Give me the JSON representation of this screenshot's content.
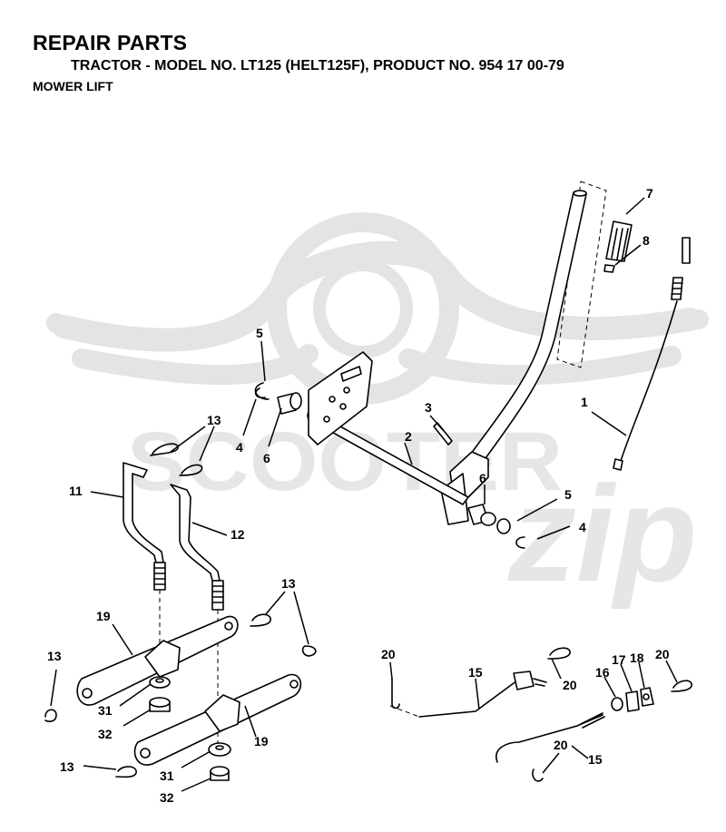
{
  "header": {
    "title": "REPAIR PARTS",
    "subtitle": "TRACTOR - MODEL NO. LT125 (HELT125F), PRODUCT NO. 954 17 00-79",
    "section": "MOWER LIFT"
  },
  "watermark": {
    "brand": "SCOOTER",
    "script": "zip",
    "color": "#e4e4e4"
  },
  "callouts": [
    "1",
    "2",
    "3",
    "4",
    "4",
    "5",
    "5",
    "6",
    "6",
    "7",
    "8",
    "11",
    "12",
    "13",
    "13",
    "13",
    "13",
    "15",
    "15",
    "16",
    "17",
    "18",
    "19",
    "19",
    "20",
    "20",
    "20",
    "20",
    "31",
    "31",
    "32",
    "32"
  ]
}
